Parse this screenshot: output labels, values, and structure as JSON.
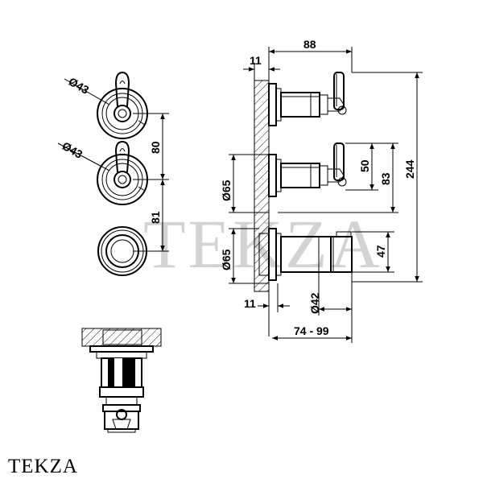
{
  "brand": "TEKZA",
  "watermark": "TEKZA",
  "dimensions": {
    "d43_top": "Ø43",
    "d43_mid": "Ø43",
    "v80": "80",
    "v81": "81",
    "w88": "88",
    "w11_top": "11",
    "d65_upper": "Ø65",
    "d65_lower": "Ø65",
    "v50": "50",
    "v83": "83",
    "v244": "244",
    "v47": "47",
    "d42": "Ø42",
    "w11_bottom": "11",
    "range": "74 - 99"
  }
}
